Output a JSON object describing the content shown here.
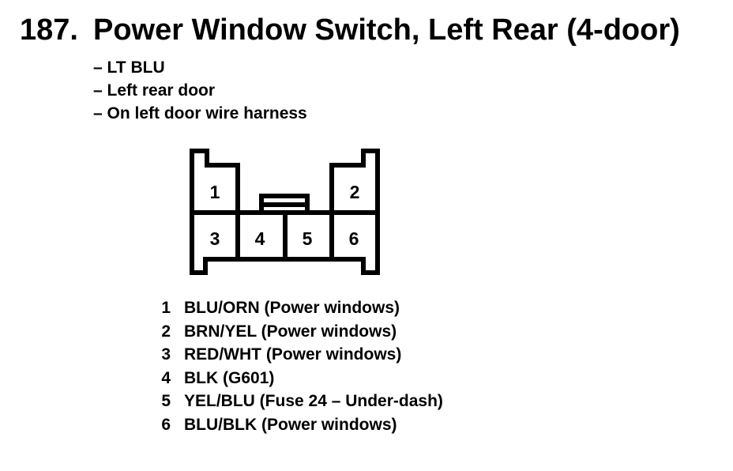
{
  "page": {
    "background": "#ffffff",
    "ink_color": "#000000"
  },
  "figure": {
    "number": "187.",
    "title": "Power Window Switch, Left Rear (4-door)"
  },
  "notes": [
    "– LT BLU",
    "– Left rear door",
    "– On left door wire harness"
  ],
  "connector": {
    "description": "6-cavity connector, face view with top ears, bottom feet and center latch tab",
    "cavity_labels": [
      "1",
      "2",
      "3",
      "4",
      "5",
      "6"
    ]
  },
  "legend": {
    "rows": [
      {
        "pin": "1",
        "wire": "BLU/ORN (Power windows)"
      },
      {
        "pin": "2",
        "wire": "BRN/YEL (Power windows)"
      },
      {
        "pin": "3",
        "wire": "RED/WHT (Power windows)"
      },
      {
        "pin": "4",
        "wire": "BLK (G601)"
      },
      {
        "pin": "5",
        "wire": "YEL/BLU (Fuse 24 – Under-dash)"
      },
      {
        "pin": "6",
        "wire": "BLU/BLK (Power windows)"
      }
    ]
  }
}
